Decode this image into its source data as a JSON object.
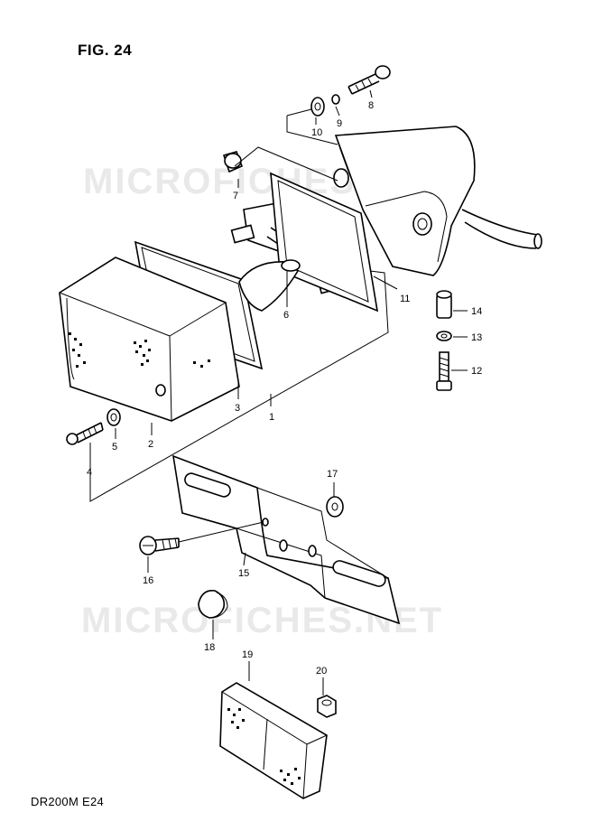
{
  "figure": {
    "title": "FIG. 24",
    "model_code": "DR200M E24"
  },
  "watermarks": [
    "MICROFICHES.NET",
    "MICROFICHES.NET"
  ],
  "callouts": [
    "1",
    "2",
    "3",
    "4",
    "5",
    "6",
    "7",
    "8",
    "9",
    "10",
    "11",
    "12",
    "13",
    "14",
    "15",
    "16",
    "17",
    "18",
    "19",
    "20"
  ]
}
